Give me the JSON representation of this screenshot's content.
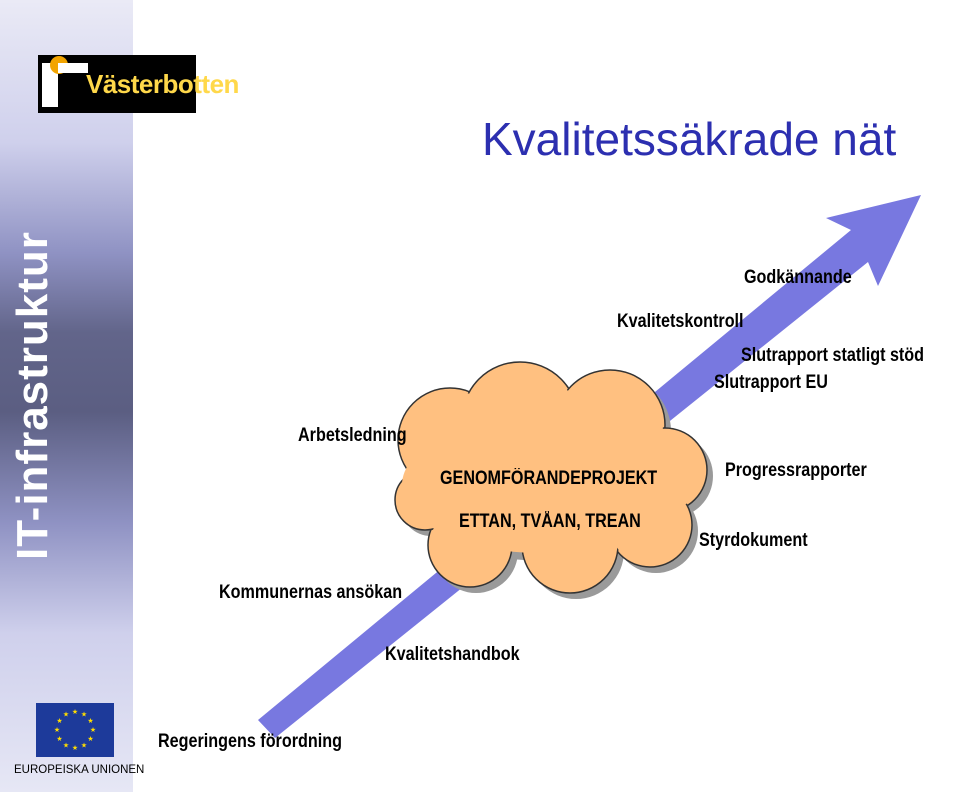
{
  "sidebar": {
    "vertical_title": "IT-infrastruktur"
  },
  "logo": {
    "text": "Västerbotten"
  },
  "title": "Kvalitetssäkrade nät",
  "labels": {
    "godkannande": "Godkännande",
    "kvalitetskontroll": "Kvalitetskontroll",
    "slutrapport_statligt": "Slutrapport statligt stöd",
    "slutrapport_eu": "Slutrapport EU",
    "arbetsledning": "Arbetsledning",
    "progressrapporter": "Progressrapporter",
    "styrdokument": "Styrdokument",
    "kommunernas_ansokan": "Kommunernas ansökan",
    "kvalitetshandbok": "Kvalitetshandbok",
    "regeringens_forordning": "Regeringens förordning"
  },
  "cloud": {
    "line1": "GENOMFÖRANDEPROJEKT",
    "line2": "ETTAN, TVÅAN, TREAN"
  },
  "eu": {
    "caption": "EUROPEISKA UNIONEN"
  },
  "colors": {
    "arrow": "#7878e0",
    "cloud": "#ffc080",
    "title": "#2c2fb0",
    "eu_blue": "#1d3a9a",
    "eu_star": "#ffdd00"
  }
}
